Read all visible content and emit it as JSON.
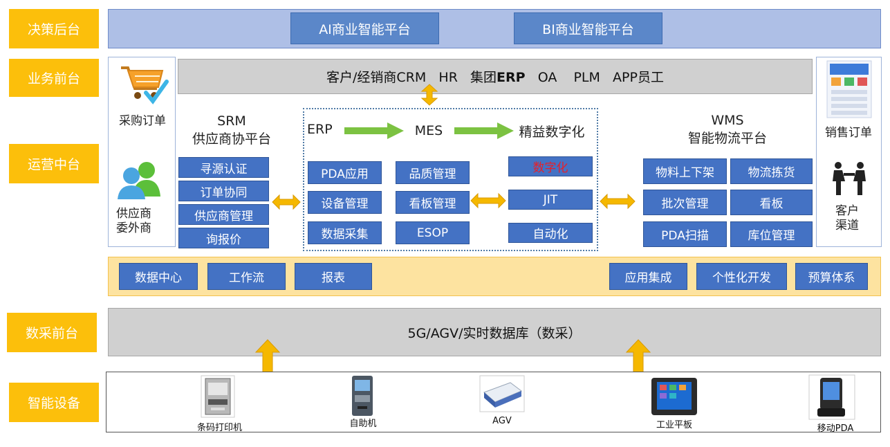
{
  "layers": {
    "decision": "决策后台",
    "business": "业务前台",
    "operation": "运营中台",
    "collection": "数采前台",
    "devices": "智能设备"
  },
  "decision_platforms": {
    "ai": "AI商业智能平台",
    "bi": "BI商业智能平台"
  },
  "business_bar": {
    "prefix": "客户/经销商CRM   HR   集团",
    "bold": "ERP",
    "suffix": "   OA    PLM   APP员工"
  },
  "left_panel": {
    "purchase_order": "采购订单",
    "suppliers_line1": "供应商",
    "suppliers_line2": "委外商"
  },
  "right_panel": {
    "sales_order": "销售订单",
    "channel_line1": "客户",
    "channel_line2": "渠道"
  },
  "srm": {
    "title": "SRM",
    "subtitle": "供应商协平台",
    "items": [
      "寻源认证",
      "订单协同",
      "供应商管理",
      "询报价"
    ]
  },
  "center": {
    "erp": "ERP",
    "mes": "MES",
    "lean": "精益数字化",
    "col1": [
      "PDA应用",
      "设备管理",
      "数据采集"
    ],
    "col2": [
      "品质管理",
      "看板管理",
      "ESOP"
    ],
    "col3": [
      "数字化",
      "JIT",
      "自动化"
    ]
  },
  "wms": {
    "title": "WMS",
    "subtitle": "智能物流平台",
    "col1": [
      "物料上下架",
      "批次管理",
      "PDA扫描"
    ],
    "col2": [
      "物流拣货",
      "看板",
      "库位管理"
    ]
  },
  "foundation": {
    "left": [
      "数据中心",
      "工作流",
      "报表"
    ],
    "right": [
      "应用集成",
      "个性化开发",
      "预算体系"
    ]
  },
  "collection_bar": "5G/AGV/实时数据库（数采）",
  "devices": [
    {
      "label": "条码打印机",
      "icon": "barcode-printer-icon"
    },
    {
      "label": "自助机",
      "icon": "kiosk-icon"
    },
    {
      "label": "AGV",
      "icon": "agv-icon"
    },
    {
      "label": "工业平板",
      "icon": "tablet-icon"
    },
    {
      "label": "移动PDA",
      "icon": "pda-icon"
    }
  ],
  "colors": {
    "side_label": "#fcbf0b",
    "box_blue": "#4472c4",
    "arrow_orange": "#f5b800",
    "arrow_green": "#7cc242",
    "highlight_red": "#e6202a"
  }
}
